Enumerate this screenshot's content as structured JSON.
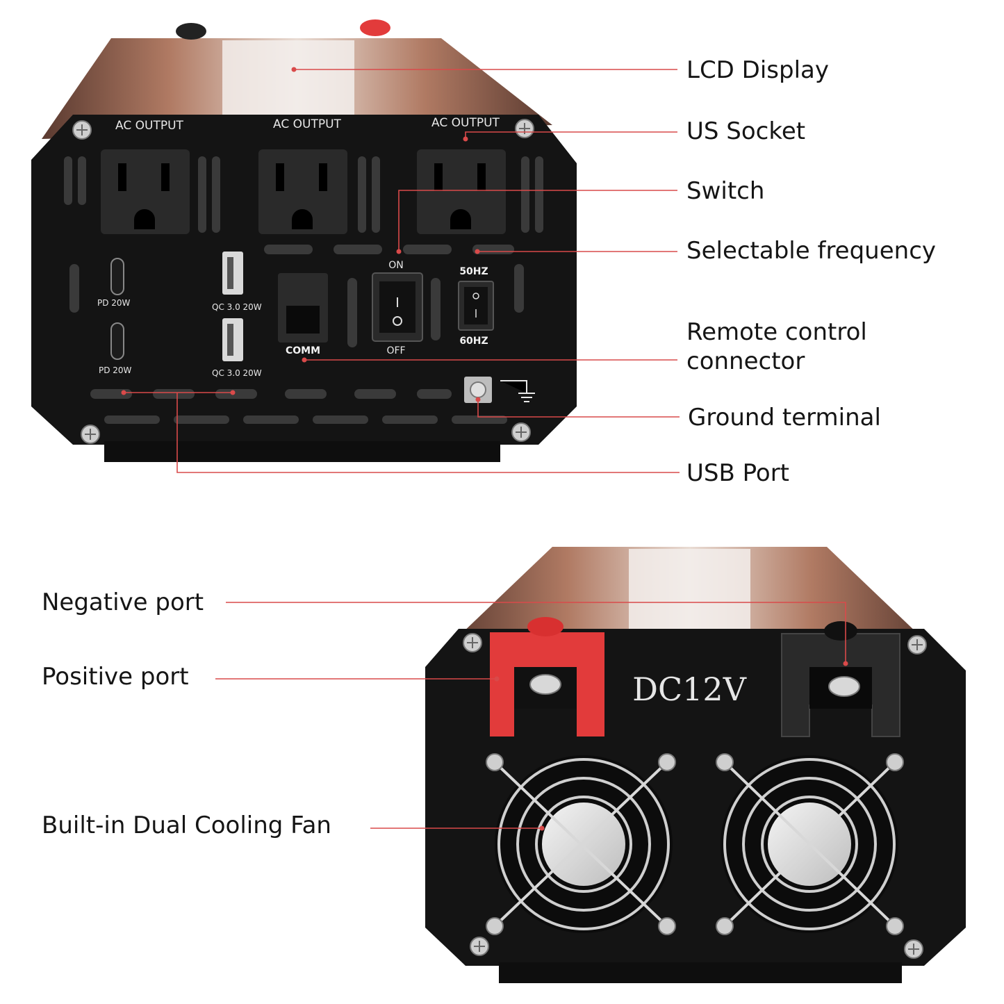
{
  "callouts": {
    "lcd_display": "LCD Display",
    "us_socket": "US Socket",
    "switch": "Switch",
    "selectable_frequency": "Selectable frequency",
    "remote_control": "Remote control connector",
    "ground_terminal": "Ground terminal",
    "usb_port": "USB Port",
    "negative_port": "Negative port",
    "positive_port": "Positive port",
    "cooling_fan": "Built-in Dual Cooling Fan"
  },
  "front_panel": {
    "ac_output_1": "AC  OUTPUT",
    "ac_output_2": "AC  OUTPUT",
    "ac_output_3": "AC  OUTPUT",
    "pd_top": "PD  20W",
    "pd_bottom": "PD  20W",
    "qc_top": "QC 3.0  20W",
    "qc_bottom": "QC 3.0  20W",
    "comm": "COMM",
    "switch_on": "ON",
    "switch_off": "OFF",
    "freq_50": "50HZ",
    "freq_60": "60HZ"
  },
  "rear_panel": {
    "voltage": "DC12V"
  },
  "colors": {
    "accent_red": "#e23b3b",
    "leader_line": "#d94a4a",
    "panel_black": "#141414",
    "housing_copper": "#8a5a48"
  }
}
